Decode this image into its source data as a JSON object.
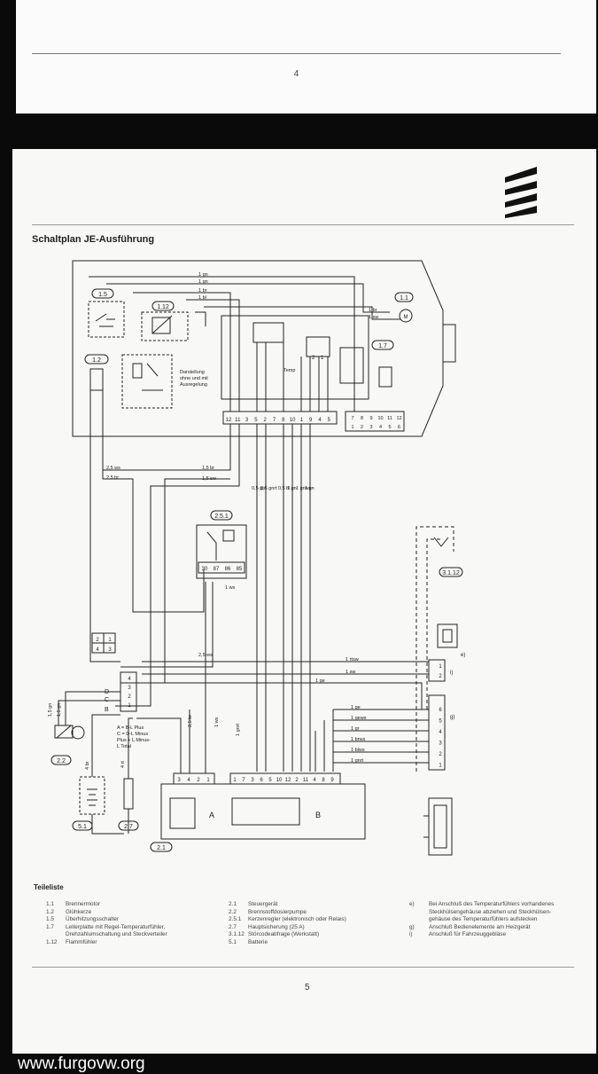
{
  "top_page": {
    "page_number": "4"
  },
  "document": {
    "title": "Schaltplan JE-Ausführung",
    "page_number": "5"
  },
  "diagram": {
    "labels": {
      "c11": "1.1",
      "c15": "1.5",
      "c112": "1.12",
      "c12": "1.2",
      "c17": "1.7",
      "c251": "2.5.1",
      "c22": "2.2",
      "c51": "5.1",
      "c27": "2.7",
      "c21": "2.1",
      "c3112": "3.1.12",
      "darstellung1": "Darstellung",
      "darstellung2": "ohne und mit",
      "darstellung3": "Ausregelung",
      "temp": "Temp",
      "blockA": "A",
      "blockB": "B",
      "plug_e": "e)",
      "plug_g": "g)",
      "plug_i": "i)",
      "abcd1": "A = B-L Plus",
      "abcd2": "C = D-L Minus",
      "abcd3": "Plus + L Minus-",
      "abcd4": "L Total"
    },
    "wire_labels": {
      "w1": "1 gn",
      "w2": "1 gn",
      "w3": "1 br",
      "w4": "1 bl",
      "w5": "1 br",
      "w6": "1 sw",
      "w7": "2,5 ws",
      "w8": "2,5 br",
      "w9": "1,5 br",
      "w10": "1,5 sw",
      "w11": "0,5 gn",
      "w12": "0,5 gnrt",
      "w13": "0,5 bl",
      "w14": "1 gn",
      "w15": "1 gnws",
      "w16": "1 gn",
      "w17": "2,5 ws",
      "w18": "1 ws",
      "w19": "1 rtsw",
      "w20": "1 sw",
      "w21": "1 ge",
      "w22": "1 ge",
      "w23": "1 gews",
      "w24": "1 gr",
      "w25": "1 brws",
      "w26": "1 blws",
      "w27": "1 gnrt",
      "w28": "2,5 br",
      "w29": "1,5 gn",
      "w30": "1,5 gn",
      "w31": "4 br",
      "w32": "4 rt",
      "w33": "1 ws",
      "w34": "1 gnrt"
    },
    "top_terminals": [
      "12",
      "11",
      "3",
      "5",
      "2",
      "7",
      "8",
      "10",
      "1",
      "9",
      "4",
      "5"
    ],
    "aux_terminals_top": [
      "7",
      "8",
      "9",
      "10",
      "11",
      "12"
    ],
    "aux_terminals_bottom": [
      "1",
      "2",
      "3",
      "4",
      "5",
      "6"
    ],
    "relay_terminals": [
      "30",
      "87",
      "86",
      "85"
    ],
    "relay_11": "1 ws",
    "block_a_terminals": [
      "3",
      "4",
      "2",
      "1"
    ],
    "block_b_terminals": [
      "1",
      "7",
      "3",
      "6",
      "5",
      "10",
      "12",
      "2",
      "11",
      "4",
      "8",
      "9"
    ],
    "connector_b_pins": [
      "6",
      "5",
      "4",
      "3",
      "2",
      "1"
    ],
    "connector_i_pins": [
      "1",
      "2"
    ],
    "plug_grid": [
      "2",
      "1",
      "4",
      "3"
    ],
    "left_conn": [
      "4",
      "3",
      "2",
      "1"
    ],
    "left_conn_letters": [
      "D",
      "C",
      "B"
    ],
    "relay_switch": [
      "2",
      "1"
    ]
  },
  "legend": {
    "title": "Teileliste",
    "col1": [
      {
        "k": "1.1",
        "v": "Brennermotor"
      },
      {
        "k": "1.2",
        "v": "Glühkerze"
      },
      {
        "k": "1.5",
        "v": "Überhitzungsschalter"
      },
      {
        "k": "1.7",
        "v": "Leiterplatte mit Regel-Temperaturfühler,"
      },
      {
        "k": "",
        "v": "Drehzahlumschaltung und Steckverteiler"
      },
      {
        "k": "1.12",
        "v": "Flammfühler"
      }
    ],
    "col2": [
      {
        "k": "2.1",
        "v": "Steuergerät"
      },
      {
        "k": "2.2",
        "v": "Brennstoffdosierpumpe"
      },
      {
        "k": "2.5.1",
        "v": "Kerzenregler (elektronisch oder Relais)"
      },
      {
        "k": "2.7",
        "v": "Hauptsicherung (25 A)"
      },
      {
        "k": "3.1.12",
        "v": "Störcodeabfrage (Werkstatt)"
      },
      {
        "k": "5.1",
        "v": "Batterie"
      }
    ],
    "col3": [
      {
        "k": "e)",
        "v": "Bei Anschluß des Temperaturfühlers vorhandenes"
      },
      {
        "k": "",
        "v": "Steckhülsengehäuse abziehen und Steckhülsen-"
      },
      {
        "k": "",
        "v": "gehäuse des Temperaturfühlers aufstecken"
      },
      {
        "k": "g)",
        "v": "Anschluß Bedienelemente am Heizgerät"
      },
      {
        "k": "i)",
        "v": "Anschluß für Fahrzeuggebläse"
      }
    ]
  },
  "watermark": "www.furgovw.org"
}
